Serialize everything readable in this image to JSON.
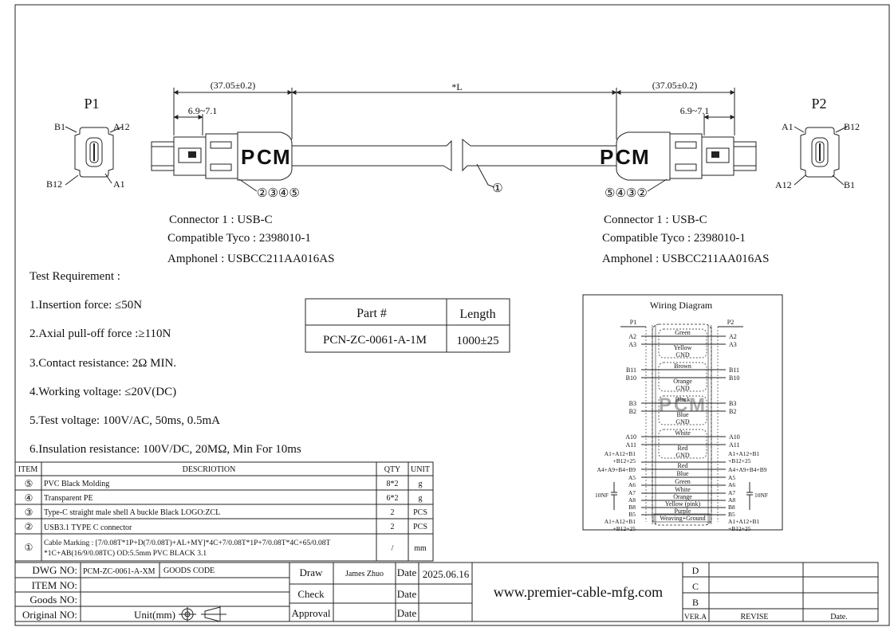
{
  "dims": {
    "left_overall": "(37.05±0.2)",
    "left_inner": "6.9~7.1",
    "middle": "*L",
    "right_overall": "(37.05±0.2)",
    "right_inner": "6.9~7.1"
  },
  "p1": {
    "label": "P1",
    "pins": [
      "B1",
      "A12",
      "B12",
      "A1"
    ],
    "balloons": "②③④⑤"
  },
  "p2": {
    "label": "P2",
    "pins": [
      "A1",
      "B12",
      "A12",
      "B1"
    ],
    "balloons": "⑤④③②"
  },
  "cable_balloon": "①",
  "logo": {
    "letters": [
      "P",
      "C",
      "M"
    ],
    "colors": [
      "#f0a020",
      "#3aa0d8",
      "#40b060"
    ]
  },
  "connector_left": [
    "Connector 1 : USB-C",
    "Compatible Tyco : 2398010-1",
    "Amphonel : USBCC211AA016AS"
  ],
  "connector_right": [
    "Connector 1 : USB-C",
    "Compatible Tyco : 2398010-1",
    "Amphonel : USBCC211AA016AS"
  ],
  "test_title": "Test Requirement :",
  "tests": [
    "1.Insertion force: ≤50N",
    "2.Axial pull-off force :≥110N",
    "3.Contact resistance: 2Ω MIN.",
    "4.Working voltage: ≤20V(DC)",
    "5.Test voltage: 100V/AC, 50ms, 0.5mA",
    "6.Insulation resistance: 100V/DC, 20MΩ, Min For 10ms"
  ],
  "part_table": {
    "h1": "Part #",
    "h2": "Length",
    "v1": "PCN-ZC-0061-A-1M",
    "v2": "1000±25"
  },
  "wiring": {
    "title": "Wiring Diagram",
    "p1": "P1",
    "p2": "P2",
    "pairs": [
      {
        "left": [
          "A2",
          "A3"
        ],
        "right": [
          "A2",
          "A3"
        ],
        "c1": "Green",
        "c2": "Yellow",
        "gnd": "GND"
      },
      {
        "left": [
          "B11",
          "B10"
        ],
        "right": [
          "B11",
          "B10"
        ],
        "c1": "Brown",
        "c2": "Orange",
        "gnd": "GND"
      },
      {
        "left": [
          "B3",
          "B2"
        ],
        "right": [
          "B3",
          "B2"
        ],
        "c1": "Black",
        "c2": "Blue",
        "gnd": "GND"
      },
      {
        "left": [
          "A10",
          "A11"
        ],
        "right": [
          "A10",
          "A11"
        ],
        "c1": "White",
        "c2": "Red",
        "gnd": "GND"
      }
    ],
    "singles": [
      {
        "left": "A1+A12+B1",
        "right": "A1+A12+B1",
        "color": ""
      },
      {
        "left": "+B12+25",
        "right": "+B12+25",
        "color": "Red"
      },
      {
        "left": "A4+A9+B4+B9",
        "right": "A4+A9+B4+B9",
        "color": "Blue"
      },
      {
        "left": "A5",
        "right": "A5",
        "color": "Green"
      },
      {
        "left": "A6",
        "right": "A6",
        "color": "White"
      },
      {
        "left": "A7",
        "right": "A7",
        "color": "Orange"
      },
      {
        "left": "A8",
        "right": "A8",
        "color": "Yellow (pink)"
      },
      {
        "left": "B8",
        "right": "B8",
        "color": "Purple"
      },
      {
        "left": "B5",
        "right": "B5",
        "color": "Weaving+Ground"
      }
    ],
    "bottom": [
      "A1+A12+B1",
      "+B12+25"
    ],
    "nf": "10NF"
  },
  "bom": {
    "headers": [
      "ITEM",
      "DESCRIOTION",
      "QTY",
      "UNIT"
    ],
    "rows": [
      {
        "item": "⑤",
        "desc": "PVC Black Molding",
        "qty": "8*2",
        "unit": "g"
      },
      {
        "item": "④",
        "desc": "Transparent PE",
        "qty": "6*2",
        "unit": "g"
      },
      {
        "item": "③",
        "desc": "Type-C straight male shell A buckle Black LOGO:ZCL",
        "qty": "2",
        "unit": "PCS"
      },
      {
        "item": "②",
        "desc": "USB3.1 TYPE C connector",
        "qty": "2",
        "unit": "PCS"
      },
      {
        "item": "①",
        "desc1": "Cable Marking : [7/0.08T*1P+D(7/0.08T)+AL+MY]*4C+7/0.08T*1P+7/0.08T*4C+65/0.08T",
        "desc2": "*1C+AB(16/9/0.08TC) OD:5.5mm PVC BLACK 3.1",
        "qty": "/",
        "unit": "mm"
      }
    ]
  },
  "title_block": {
    "dwg_no_label": "DWG NO:",
    "dwg_no": "PCM-ZC-0061-A-XM",
    "goods_code": "GOODS CODE",
    "item_no": "ITEM NO:",
    "goods_no": "Goods NO:",
    "original_no": "Original NO:",
    "unit": "Unit(mm)",
    "draw": "Draw",
    "drawer": "James Zhuo",
    "date": "Date",
    "date_value": "2025.06.16",
    "check": "Check",
    "approval": "Approval",
    "website": "www.premier-cable-mfg.com",
    "rev_rows": [
      "D",
      "C",
      "B"
    ],
    "ver": "VER.A",
    "revise": "REVISE",
    "rev_date": "Date."
  }
}
